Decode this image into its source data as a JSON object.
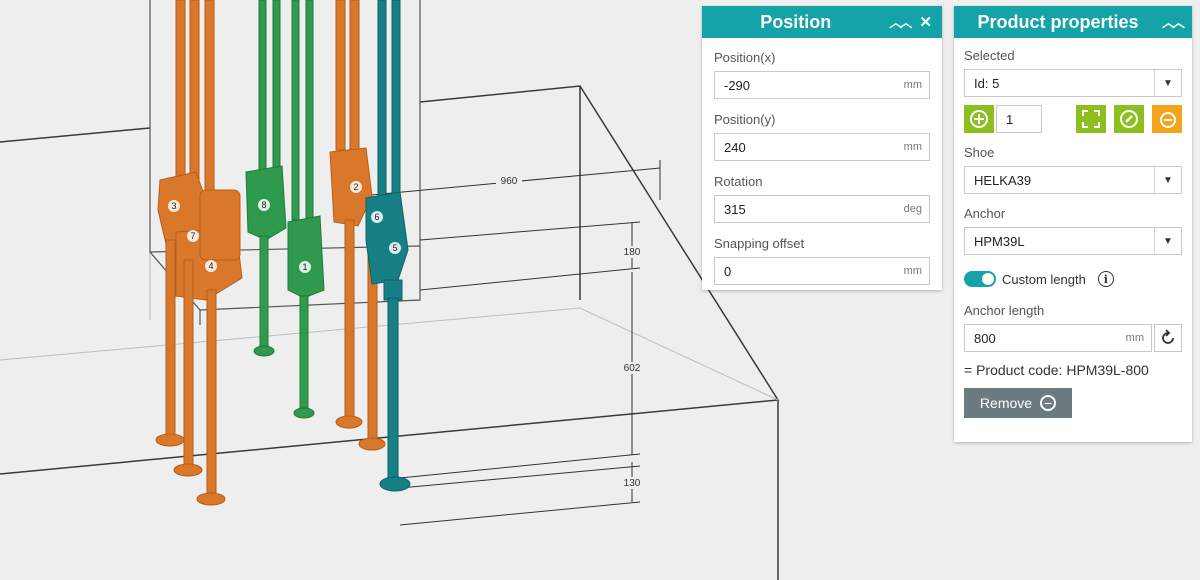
{
  "viewport": {
    "dimensions": [
      "960",
      "180",
      "602",
      "130"
    ],
    "product_labels": [
      "1",
      "2",
      "3",
      "4",
      "5",
      "6",
      "7",
      "8"
    ],
    "colors": {
      "background": "#eeeeee",
      "orange_product": "#d9782b",
      "green_product": "#2f9a4e",
      "teal_product": "#177f86",
      "outline": "#3a3a3a"
    }
  },
  "position_panel": {
    "title": "Position",
    "collapse_icon": "double-chevron-up-icon",
    "close_icon": "close-icon",
    "fields": [
      {
        "label": "Position(x)",
        "value": "-290",
        "unit": "mm"
      },
      {
        "label": "Position(y)",
        "value": "240",
        "unit": "mm"
      },
      {
        "label": "Rotation",
        "value": "315",
        "unit": "deg"
      },
      {
        "label": "Snapping offset",
        "value": "0",
        "unit": "mm"
      }
    ]
  },
  "properties_panel": {
    "title": "Product properties",
    "collapse_icon": "double-chevron-up-icon",
    "selected_label": "Selected",
    "selected_value": "Id: 5",
    "quantity": "1",
    "shoe_label": "Shoe",
    "shoe_value": "HELKA39",
    "anchor_label": "Anchor",
    "anchor_value": "HPM39L",
    "custom_length_label": "Custom length",
    "custom_length_on": true,
    "anchor_length_label": "Anchor length",
    "anchor_length_value": "800",
    "anchor_length_unit": "mm",
    "product_code_text": "= Product code: HPM39L-800",
    "remove_label": "Remove",
    "accent_color": "#14a3a8",
    "button_green": "#8cbf1f",
    "button_orange": "#f5a319"
  }
}
